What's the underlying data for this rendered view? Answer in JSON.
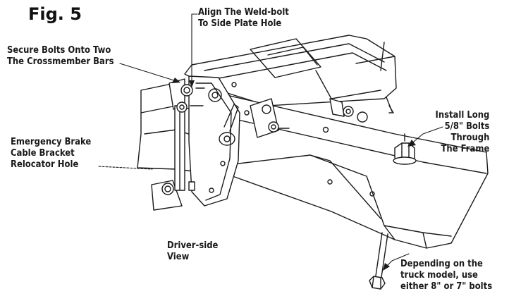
{
  "figure": {
    "title": "Fig. 5"
  },
  "callouts": {
    "align_weld_bolt": [
      "Align The Weld-bolt",
      "To Side Plate Hole"
    ],
    "secure_bolts": [
      "Secure Bolts Onto Two",
      "The Crossmember Bars"
    ],
    "emergency_brake": [
      "Emergency Brake",
      "Cable Bracket",
      "Relocator Hole"
    ],
    "install_long_bolts": [
      "Install Long",
      "5/8\" Bolts",
      "Through",
      "The Frame"
    ],
    "driver_side_view": [
      "Driver-side",
      "View"
    ],
    "depending_on_truck": [
      "Depending on the",
      "truck model, use",
      "either 8\" or 7\" bolts"
    ]
  },
  "colors": {
    "ink": "#1a1a1a",
    "background": "#ffffff"
  }
}
